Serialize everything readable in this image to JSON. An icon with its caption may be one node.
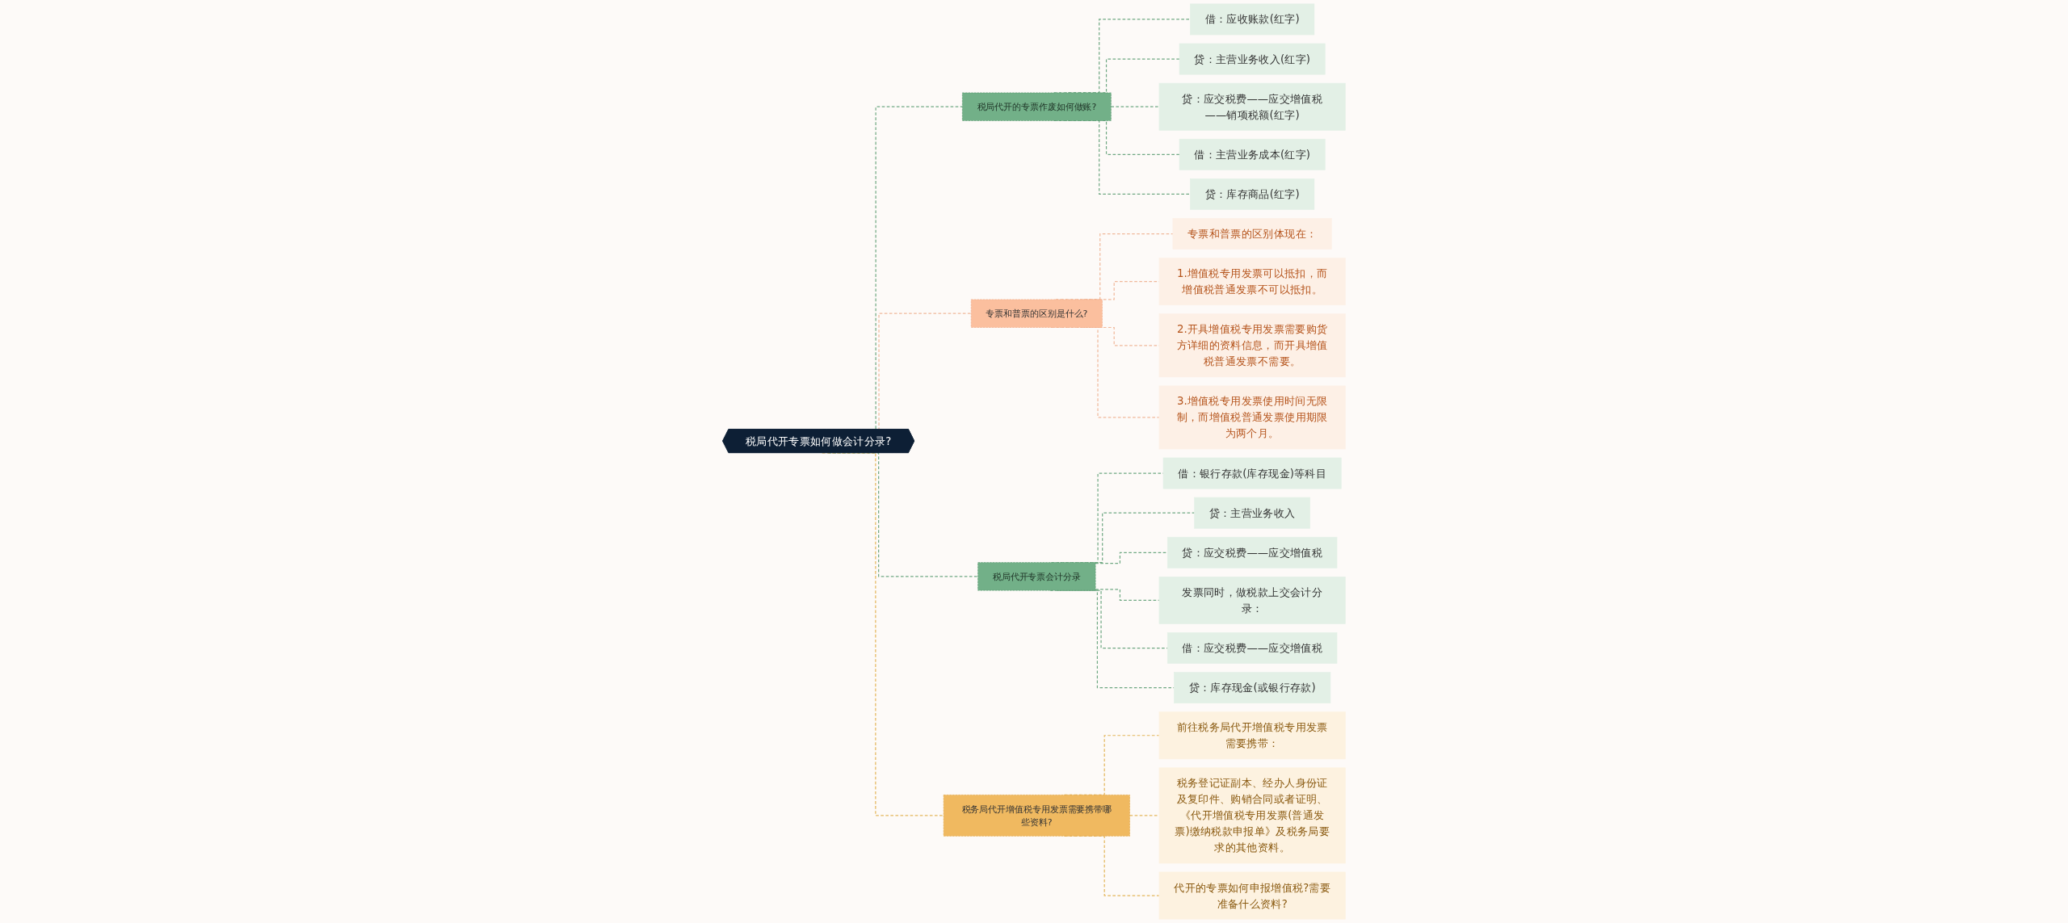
{
  "diagram": {
    "nodes": [
      {
        "text": [
          "税局代开专票如何做会计分录?"
        ]
      },
      {
        "text": [
          "税局代开的专票作废如何做账?"
        ]
      },
      {
        "text": [
          "借：应收账款(红字)"
        ]
      },
      {
        "text": [
          "贷：主营业务收入(红字)"
        ]
      },
      {
        "text": [
          "贷：应交税费——应交增值税——销项税额(红字)"
        ]
      },
      {
        "text": [
          "借：主营业务成本(红字)"
        ]
      },
      {
        "text": [
          "贷：库存商品(红字)"
        ]
      },
      {
        "text": [
          "专票和普票的区别是什么?"
        ]
      },
      {
        "text": [
          "专票和普票的区别体现在："
        ]
      },
      {
        "text": [
          "1.增值税专用发票可以抵扣，而增值税普通发票不可以抵扣。"
        ]
      },
      {
        "text": [
          "2.开具增值税专用发票需要购货方详细的资料信息，而开具增值税普通发票不需要。"
        ]
      },
      {
        "text": [
          "3.增值税专用发票使用时间无限制，而增值税普通发票使用期限为两个月。"
        ]
      },
      {
        "text": [
          "税局代开专票会计分录"
        ]
      },
      {
        "text": [
          "借：银行存款(库存现金)等科目"
        ]
      },
      {
        "text": [
          "贷：主营业务收入"
        ]
      },
      {
        "text": [
          "贷：应交税费——应交增值税"
        ]
      },
      {
        "text": [
          "发票同时，做税款上交会计分录："
        ]
      },
      {
        "text": [
          "借：应交税费——应交增值税"
        ]
      },
      {
        "text": [
          "贷：库存现金(或银行存款)"
        ]
      },
      {
        "text": [
          "税务局代开增值税专用发票需要携带哪些资料?"
        ]
      },
      {
        "text": [
          "前往税务局代开增值税专用发票需要携带："
        ]
      },
      {
        "text": [
          "税务登记证副本、经办人身份证及复印件、购销合同或者证明、《代开增值税专用发票(普通发票)缴纳税款申报单》及税务局要求的其他资料。"
        ]
      },
      {
        "text": [
          "代开的专票如何申报增值税?需要准备什么资料?"
        ]
      }
    ],
    "edges": [
      {
        "from": 0,
        "to": 1,
        "arrow": "none",
        "style": "dashed"
      },
      {
        "from": 1,
        "to": 2,
        "arrow": "none",
        "style": "dashed"
      },
      {
        "from": 1,
        "to": 3,
        "arrow": "none",
        "style": "dashed"
      },
      {
        "from": 1,
        "to": 4,
        "arrow": "none",
        "style": "dashed"
      },
      {
        "from": 1,
        "to": 5,
        "arrow": "none",
        "style": "dashed"
      },
      {
        "from": 1,
        "to": 6,
        "arrow": "none",
        "style": "dashed"
      },
      {
        "from": 0,
        "to": 7,
        "arrow": "none",
        "style": "dashed",
        "color": "#f0b89a"
      },
      {
        "from": 7,
        "to": 8,
        "arrow": "none",
        "style": "dashed",
        "color": "#f0b89a"
      },
      {
        "from": 7,
        "to": 9,
        "arrow": "none",
        "style": "dashed",
        "color": "#f0b89a"
      },
      {
        "from": 7,
        "to": 10,
        "arrow": "none",
        "style": "dashed",
        "color": "#f0b89a"
      },
      {
        "from": 7,
        "to": 11,
        "arrow": "none",
        "style": "dashed",
        "color": "#f0b89a"
      },
      {
        "from": 0,
        "to": 12,
        "arrow": "none",
        "style": "dashed"
      },
      {
        "from": 12,
        "to": 13,
        "arrow": "none",
        "style": "dashed"
      },
      {
        "from": 12,
        "to": 14,
        "arrow": "none",
        "style": "dashed"
      },
      {
        "from": 12,
        "to": 15,
        "arrow": "none",
        "style": "dashed"
      },
      {
        "from": 12,
        "to": 16,
        "arrow": "none",
        "style": "dashed"
      },
      {
        "from": 12,
        "to": 17,
        "arrow": "none",
        "style": "dashed"
      },
      {
        "from": 12,
        "to": 18,
        "arrow": "none",
        "style": "dashed"
      },
      {
        "from": 0,
        "to": 19,
        "arrow": "none",
        "style": "dashed",
        "color": "#e3b55a"
      },
      {
        "from": 19,
        "to": 20,
        "arrow": "none",
        "style": "dashed",
        "color": "#e3b55a"
      },
      {
        "from": 19,
        "to": 21,
        "arrow": "none",
        "style": "dashed",
        "color": "#e3b55a"
      },
      {
        "from": 19,
        "to": 22,
        "arrow": "none",
        "style": "dashed",
        "color": "#e3b55a"
      }
    ]
  }
}
